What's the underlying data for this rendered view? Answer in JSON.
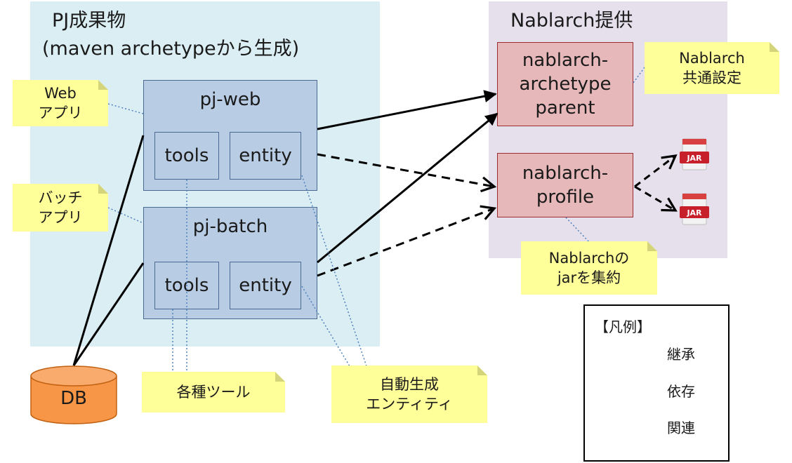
{
  "regions": {
    "project": {
      "title_line1": "PJ成果物",
      "title_line2": "(maven archetypeから生成)",
      "bg": "#dbeef4"
    },
    "nablarch": {
      "title": "Nablarch提供",
      "bg": "#e5e0ec"
    }
  },
  "modules": {
    "pj_web": {
      "title": "pj-web",
      "tools": "tools",
      "entity": "entity"
    },
    "pj_batch": {
      "title": "pj-batch",
      "tools": "tools",
      "entity": "entity"
    }
  },
  "nablarch_boxes": {
    "parent": {
      "line1": "nablarch-",
      "line2": "archetype",
      "line3": "parent"
    },
    "profile": {
      "line1": "nablarch-",
      "line2": "profile"
    }
  },
  "notes": {
    "web_app": {
      "line1": "Web",
      "line2": "アプリ"
    },
    "batch_app": {
      "line1": "バッチ",
      "line2": "アプリ"
    },
    "common_settings": {
      "line1": "Nablarch",
      "line2": "共通設定"
    },
    "jar_aggregate": {
      "line1": "Nablarchの",
      "line2": "jarを集約"
    },
    "tools_note": {
      "line1": "各種ツール"
    },
    "entity_note": {
      "line1": "自動生成",
      "line2": "エンティティ"
    }
  },
  "jar_icons": [
    {
      "label": "JAR"
    },
    {
      "label": "JAR"
    }
  ],
  "db": {
    "label": "DB",
    "color": "#f79646"
  },
  "legend": {
    "title": "【凡例】",
    "items": [
      {
        "label": "継承",
        "style": "inheritance"
      },
      {
        "label": "依存",
        "style": "dependency"
      },
      {
        "label": "関連",
        "style": "association"
      }
    ]
  }
}
